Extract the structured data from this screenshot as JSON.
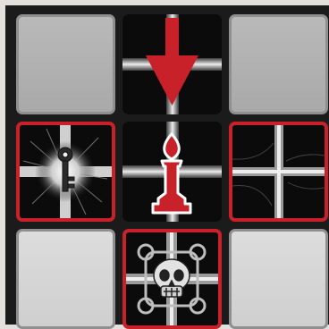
{
  "board": {
    "rows": 3,
    "cols": 3,
    "tiles": [
      {
        "row": 0,
        "col": 0,
        "kind": "empty",
        "highlighted": false
      },
      {
        "row": 0,
        "col": 1,
        "kind": "corridor",
        "highlighted": false
      },
      {
        "row": 0,
        "col": 2,
        "kind": "empty",
        "highlighted": false
      },
      {
        "row": 1,
        "col": 0,
        "kind": "key-room",
        "highlighted": true
      },
      {
        "row": 1,
        "col": 1,
        "kind": "corridor-crossing",
        "highlighted": false
      },
      {
        "row": 1,
        "col": 2,
        "kind": "corridor-crossing",
        "highlighted": true
      },
      {
        "row": 2,
        "col": 0,
        "kind": "empty",
        "highlighted": false
      },
      {
        "row": 2,
        "col": 1,
        "kind": "skull-room",
        "highlighted": true
      },
      {
        "row": 2,
        "col": 2,
        "kind": "empty",
        "highlighted": false
      }
    ]
  },
  "player": {
    "piece": "candle-pawn",
    "row": 1,
    "col": 1,
    "color": "#c9212a"
  },
  "move_arrow": {
    "direction": "down",
    "color": "#c9212a"
  },
  "icons": [
    "key-icon",
    "skull-icon",
    "pawn-icon",
    "arrow-down-icon"
  ],
  "colors": {
    "highlight": "#c9212a",
    "frame": "#1b1b1b",
    "background": "#e3e0dc"
  }
}
